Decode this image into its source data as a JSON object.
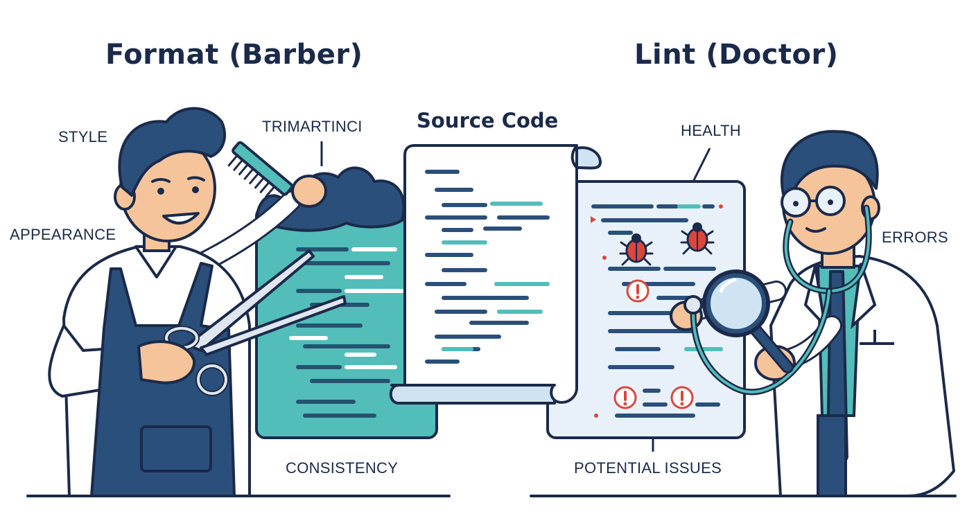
{
  "titles": {
    "format": "Format (Barber)",
    "lint": "Lint (Doctor)"
  },
  "labels": {
    "source_code": "Source Code",
    "style": "STYLE",
    "appearance": "APPEARANCE",
    "trim": "TRIMARTINCI",
    "consistency": "CONSISTENCY",
    "health": "HEALTH",
    "errors": "ERRORS",
    "potential_issues": "POTENTIAL ISSUES"
  },
  "colors": {
    "outline": "#1b2a4a",
    "navy": "#2a4f7a",
    "teal": "#52bdb9",
    "light_blue": "#cfe3f2",
    "bug_red": "#d9473d",
    "skin": "#f6c49a"
  },
  "icons": [
    "comb-icon",
    "scissors-icon",
    "bug-icon",
    "warning-icon",
    "magnifier-icon",
    "stethoscope-icon"
  ]
}
